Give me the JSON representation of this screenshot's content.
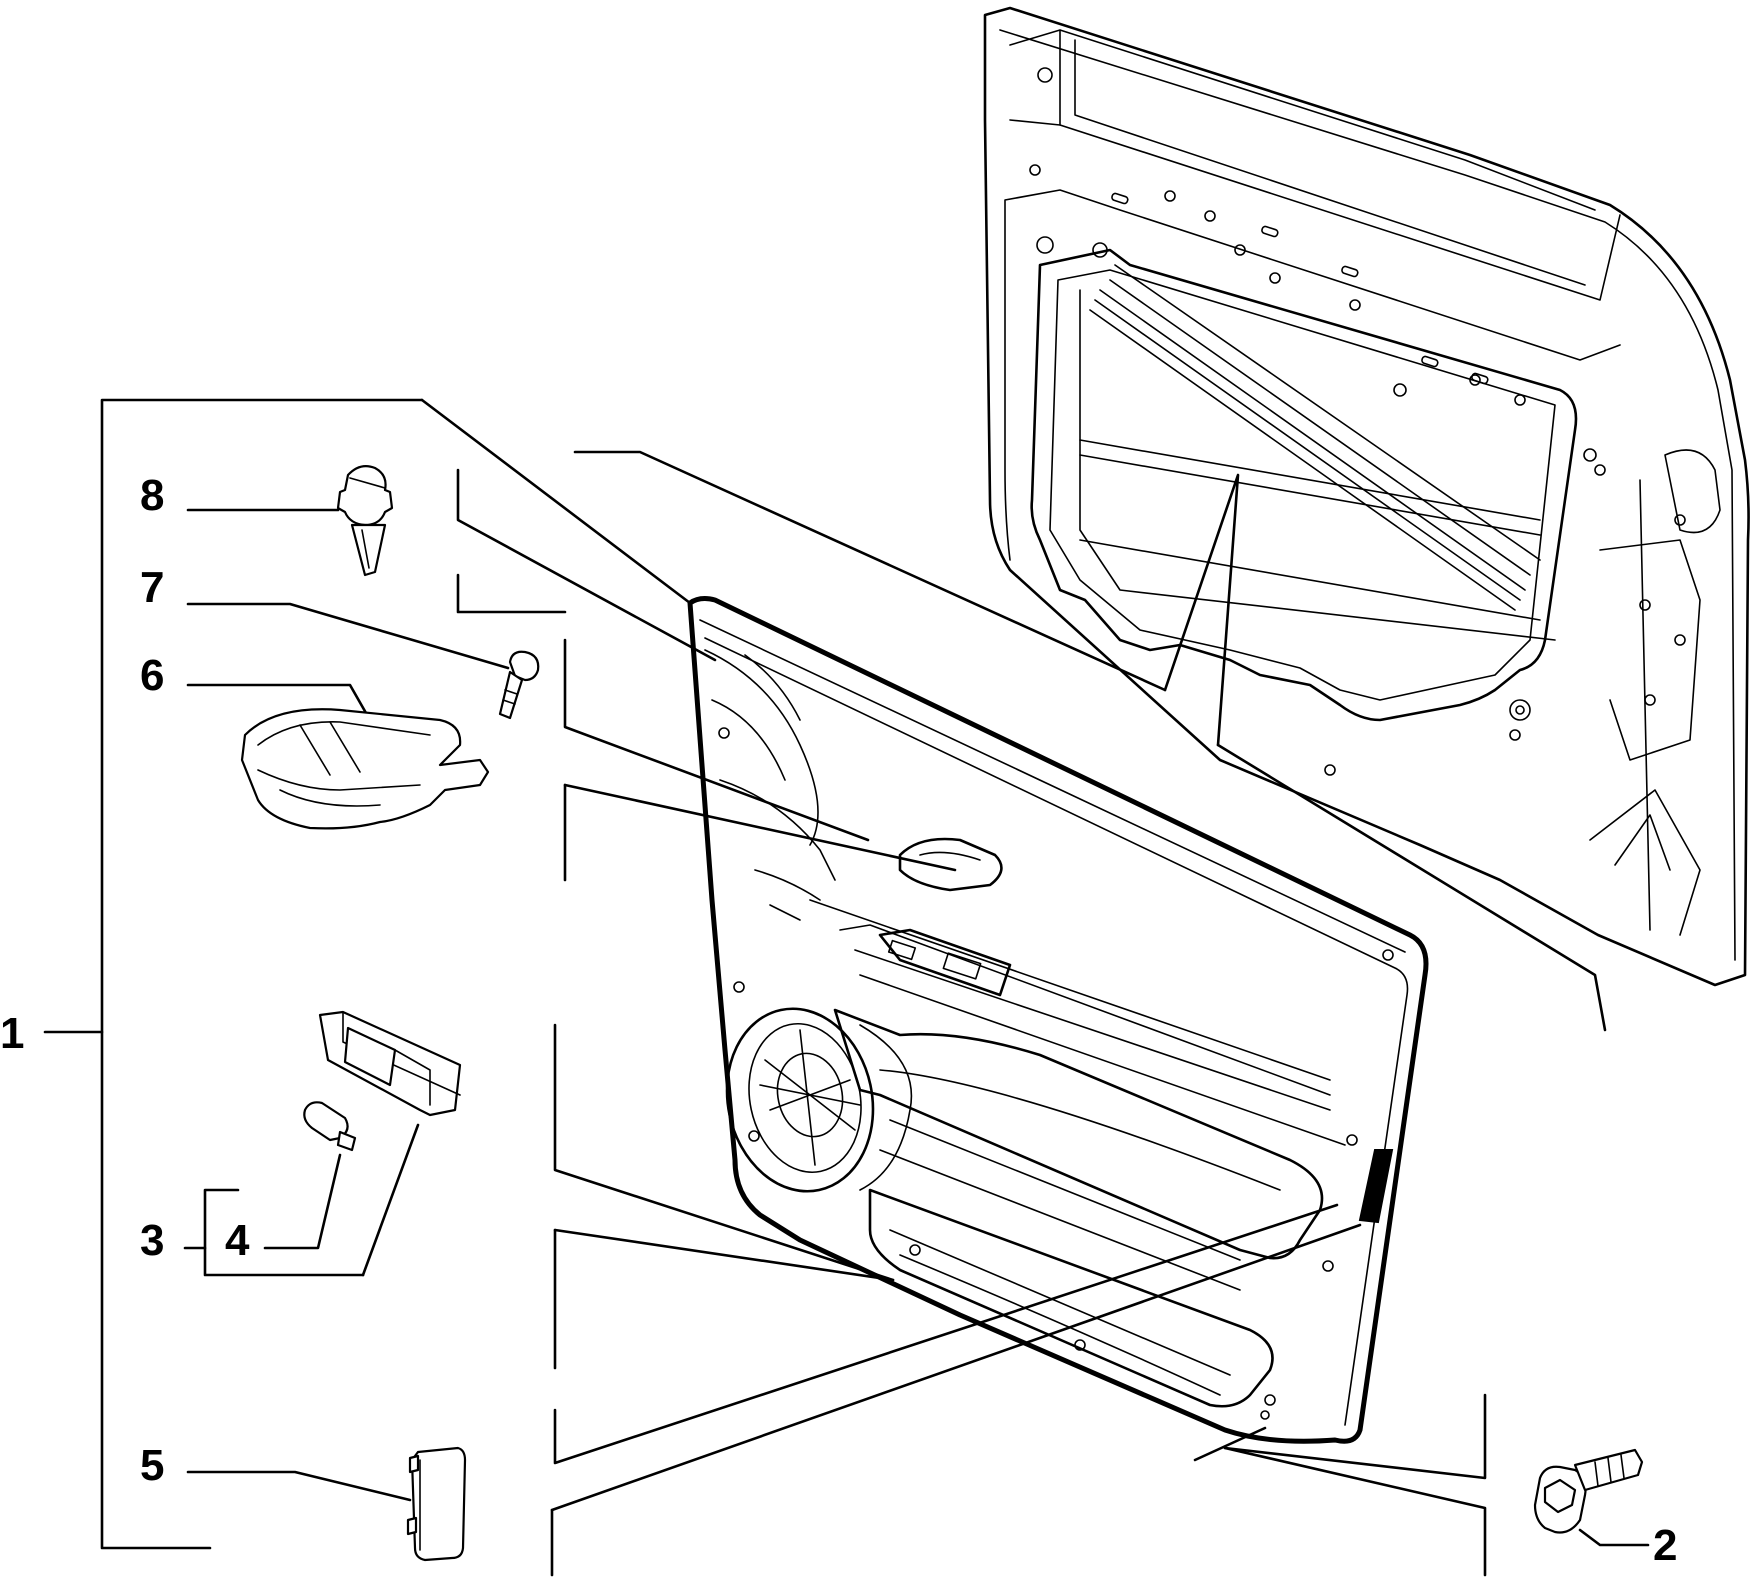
{
  "callouts": [
    {
      "id": "1",
      "label": "1"
    },
    {
      "id": "2",
      "label": "2"
    },
    {
      "id": "3",
      "label": "3"
    },
    {
      "id": "4",
      "label": "4"
    },
    {
      "id": "5",
      "label": "5"
    },
    {
      "id": "6",
      "label": "6"
    },
    {
      "id": "7",
      "label": "7"
    },
    {
      "id": "8",
      "label": "8"
    }
  ],
  "parts": {
    "door_frame": "door-shell",
    "door_panel": "door-trim-panel",
    "speaker": "speaker-grille",
    "handle": "interior-door-handle",
    "switch": "window-switch-bezel",
    "courtesy_lamp": "courtesy-lamp",
    "bulb": "lamp-bulb",
    "reflector": "reflector",
    "clip": "panel-clip",
    "screw": "screw",
    "bolt": "bolt"
  }
}
